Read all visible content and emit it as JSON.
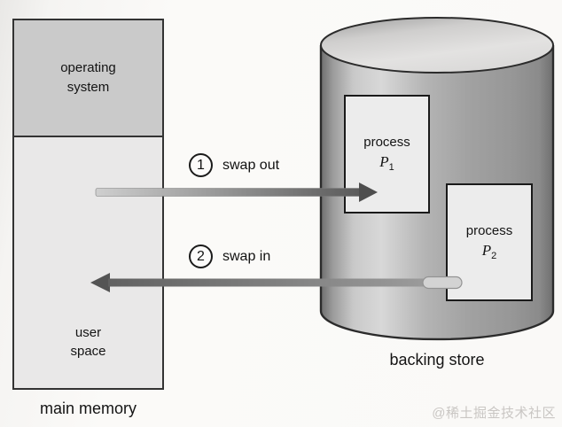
{
  "colors": {
    "outline": "#2b2b2b",
    "os_fill": "#cacaca",
    "user_fill": "#e9e8e8",
    "process_fill": "#ececec",
    "arrow_dark": "#4e4e4e"
  },
  "main_memory": {
    "os_label": "operating\nsystem",
    "user_label": "user\nspace",
    "caption": "main memory"
  },
  "backing_store": {
    "caption": "backing store",
    "processes": [
      {
        "title": "process",
        "symbol": "P",
        "subscript": "1"
      },
      {
        "title": "process",
        "symbol": "P",
        "subscript": "2"
      }
    ]
  },
  "arrows": [
    {
      "number": "1",
      "label": "swap out",
      "direction": "right"
    },
    {
      "number": "2",
      "label": "swap in",
      "direction": "left"
    }
  ],
  "watermark": "@稀土掘金技术社区"
}
